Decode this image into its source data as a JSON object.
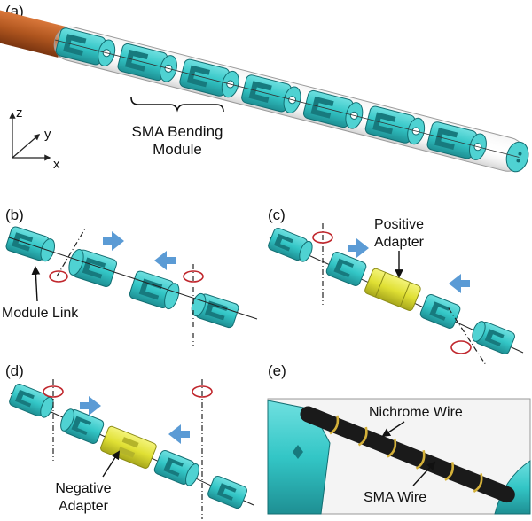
{
  "panels": {
    "a": {
      "tag": "(a)",
      "module_label_line1": "SMA Bending",
      "module_label_line2": "Module"
    },
    "b": {
      "tag": "(b)",
      "link_label": "Module Link"
    },
    "c": {
      "tag": "(c)",
      "adapter_line1": "Positive",
      "adapter_line2": "Adapter"
    },
    "d": {
      "tag": "(d)",
      "adapter_line1": "Negative",
      "adapter_line2": "Adapter"
    },
    "e": {
      "tag": "(e)",
      "wire1_label": "Nichrome Wire",
      "wire2_label": "SMA Wire"
    }
  },
  "axes": {
    "z": "z",
    "y": "y",
    "x": "x"
  },
  "colors": {
    "module_cyan": "#33c6c6",
    "module_dark": "#1e8f93",
    "adapter_yellow": "#e6e63a",
    "arrow_blue": "#5b9bd5",
    "rotation_red": "#c0272d",
    "catheter_brown": "#b0561f",
    "wire_black": "#1a1a1a",
    "wire_gold": "#d4b13a"
  }
}
